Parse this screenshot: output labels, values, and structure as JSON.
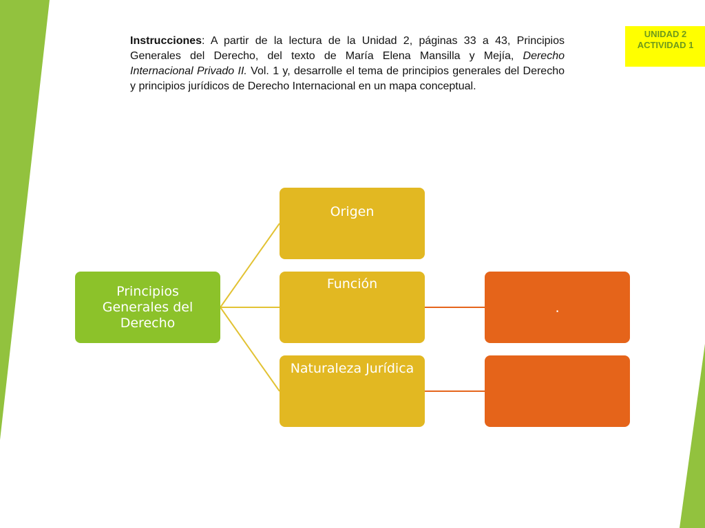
{
  "badge": {
    "line1": "UNIDAD  2",
    "line2": "ACTIVIDAD 1"
  },
  "instructions": {
    "label": "Instrucciones",
    "text_1": ": A partir de la lectura de la Unidad 2, páginas 33 a 43, Principios Generales del Derecho, del texto de María Elena Mansilla y Mejía, ",
    "book_title": "Derecho Internacional Privado II.",
    "text_2": " Vol. 1 y, desarrolle el tema de principios generales del Derecho y principios jurídicos de Derecho Internacional en un mapa conceptual."
  },
  "concept_map": {
    "root": "Principios Generales del Derecho",
    "children": [
      {
        "label": "Origen",
        "detail": null
      },
      {
        "label": "Función",
        "detail": "."
      },
      {
        "label": "Naturaleza Jurídica",
        "detail": ""
      }
    ]
  },
  "colors": {
    "root": "#8cc22a",
    "branch": "#e2b822",
    "detail": "#e5641a",
    "badge": "#ffff00",
    "accent_stripes": "#92c23e"
  }
}
